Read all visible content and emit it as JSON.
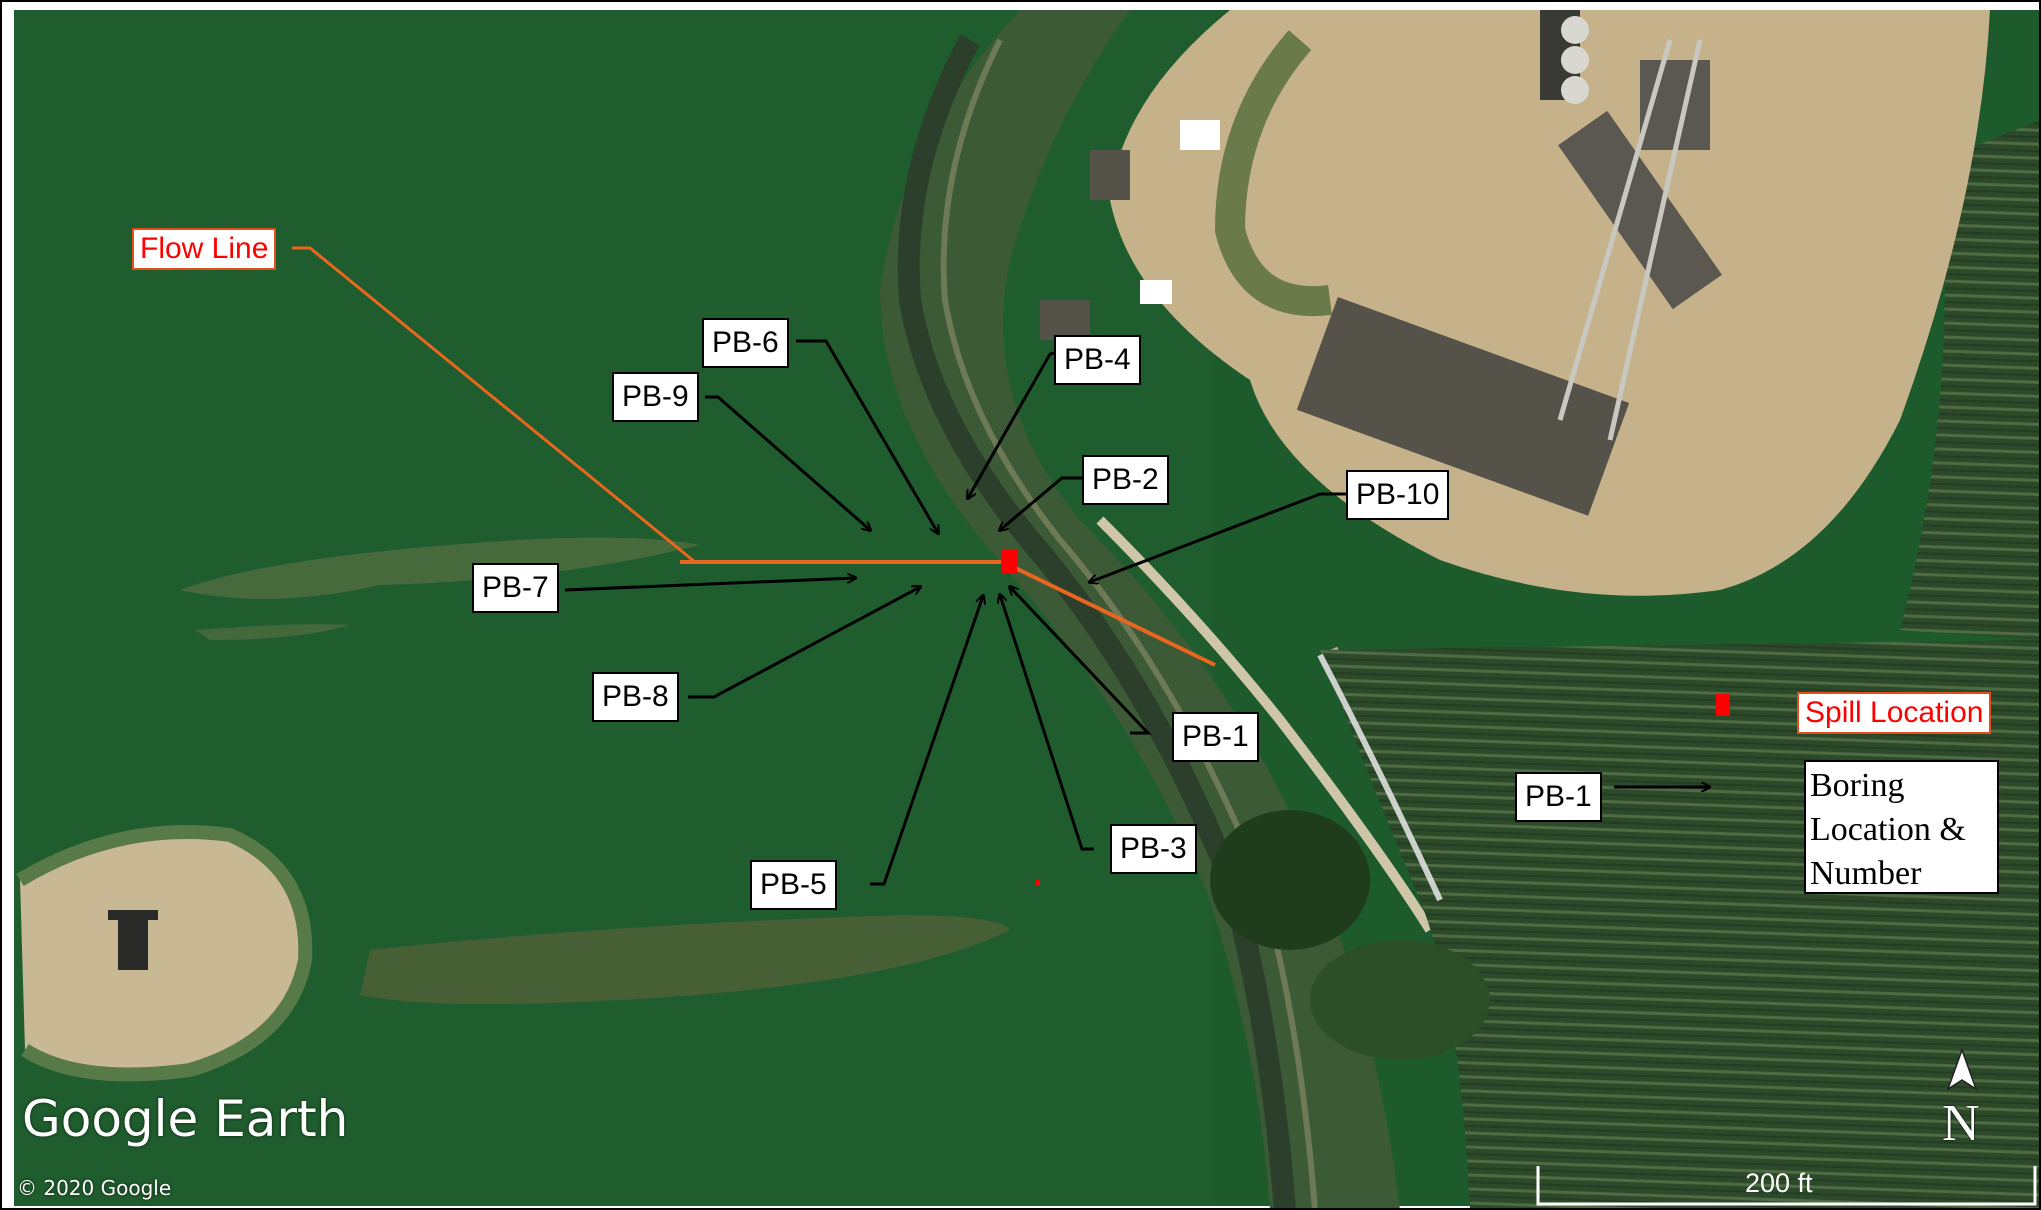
{
  "labels": {
    "flow_line": "Flow Line",
    "spill_location": "Spill Location",
    "boring_legend": [
      "Boring",
      "Location &",
      "Number"
    ],
    "legend_boring_id": "PB-1",
    "borings": {
      "pb1": "PB-1",
      "pb2": "PB-2",
      "pb3": "PB-3",
      "pb4": "PB-4",
      "pb5": "PB-5",
      "pb6": "PB-6",
      "pb7": "PB-7",
      "pb8": "PB-8",
      "pb9": "PB-9",
      "pb10": "PB-10"
    }
  },
  "scale_bar": {
    "label": "200 ft"
  },
  "north_arrow": {
    "label": "N",
    "icon": "north-arrow-icon"
  },
  "watermark": {
    "brand": "Google Earth",
    "copyright": "© 2020 Google"
  },
  "colors": {
    "flow_line": "#e8661f",
    "spill_marker": "#ff0000",
    "field_green": "#1f5a2e",
    "pad_tan": "#c9b48b"
  }
}
